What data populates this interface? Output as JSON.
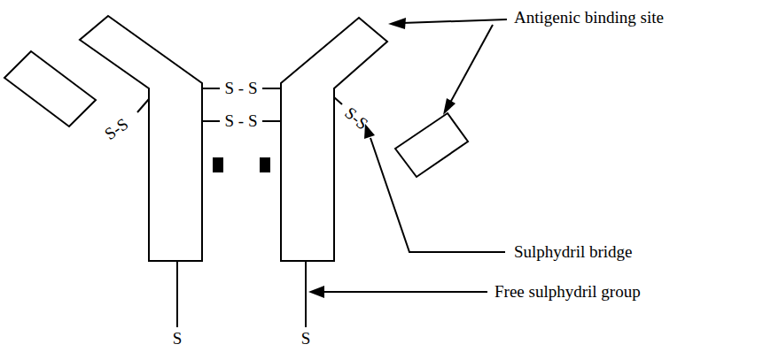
{
  "diagram": {
    "labels": [
      "Antigenic binding site",
      "S-S",
      "S - S",
      "S - S",
      "S-S",
      "Sulphydril bridge",
      "Free sulphydril group",
      "S",
      "S"
    ]
  }
}
